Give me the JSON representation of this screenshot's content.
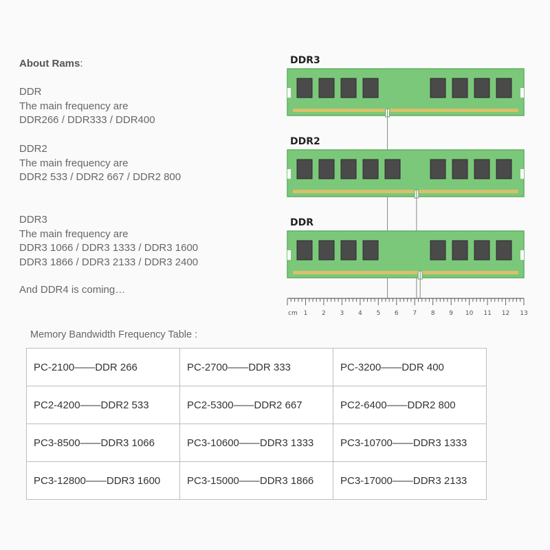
{
  "about": {
    "title": "About Rams",
    "colon": ":",
    "blocks": [
      {
        "name": "DDR",
        "line": "The main frequency are",
        "freqs": [
          "DDR266 / DDR333 / DDR400"
        ]
      },
      {
        "name": "DDR2",
        "line": "The main frequency are",
        "freqs": [
          "DDR2 533 / DDR2 667 / DDR2 800"
        ]
      },
      {
        "name": "DDR3",
        "line": "The main frequency are",
        "freqs": [
          "DDR3 1066 / DDR3 1333 / DDR3 1600",
          "DDR3 1866 / DDR3 2133 / DDR3 2400"
        ]
      }
    ],
    "note": "And DDR4 is coming…"
  },
  "diagram": {
    "modules": [
      {
        "label": "DDR3",
        "notch_cm": 5.5
      },
      {
        "label": "DDR2",
        "notch_cm": 7.1
      },
      {
        "label": "DDR",
        "notch_cm": 7.3
      }
    ],
    "ruler": {
      "unit": "cm",
      "ticks": [
        "1",
        "2",
        "3",
        "4",
        "5",
        "6",
        "7",
        "8",
        "9",
        "10",
        "11",
        "12",
        "13"
      ]
    },
    "colors": {
      "pcb": "#7cc87a",
      "pcb_edge": "#5fae5f",
      "chip": "#4a4a4a",
      "pins": "#d9c06a"
    }
  },
  "table": {
    "caption": "Memory Bandwidth Frequency Table :",
    "rows": [
      [
        "PC-2100——DDR 266",
        "PC-2700——DDR 333",
        "PC-3200——DDR 400"
      ],
      [
        "PC2-4200——DDR2 533",
        "PC2-5300——DDR2 667",
        "PC2-6400——DDR2 800"
      ],
      [
        "PC3-8500——DDR3 1066",
        "PC3-10600——DDR3 1333",
        "PC3-10700——DDR3 1333"
      ],
      [
        "PC3-12800——DDR3 1600",
        "PC3-15000——DDR3 1866",
        "PC3-17000——DDR3 2133"
      ]
    ]
  }
}
